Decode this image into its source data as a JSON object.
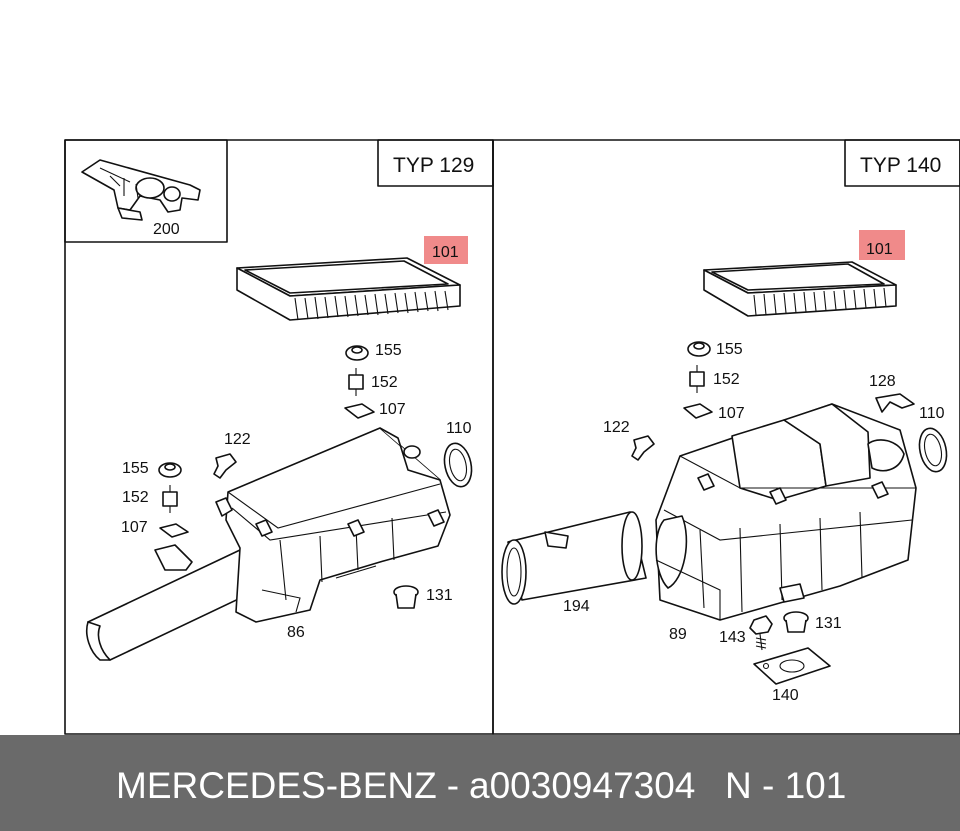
{
  "left_panel": {
    "type_label": "TYP 129",
    "labels": {
      "p200": "200",
      "p101": "101",
      "p155a": "155",
      "p152a": "152",
      "p107a": "107",
      "p110": "110",
      "p122": "122",
      "p155b": "155",
      "p152b": "152",
      "p107b": "107",
      "p131": "131",
      "p86": "86"
    }
  },
  "right_panel": {
    "type_label": "TYP 140",
    "labels": {
      "p101": "101",
      "p155": "155",
      "p152": "152",
      "p107": "107",
      "p128": "128",
      "p110": "110",
      "p122": "122",
      "p194": "194",
      "p89": "89",
      "p143": "143",
      "p131": "131",
      "p140": "140"
    }
  },
  "highlight_color": "#f08a8a",
  "footer": {
    "brand": "MERCEDES-BENZ",
    "separator": "-",
    "part_number": "a0030947304",
    "reference": "N - 101"
  }
}
